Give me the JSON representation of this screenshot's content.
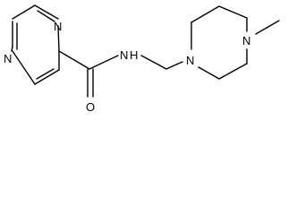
{
  "molecule": {
    "atoms": {
      "pyrazine_n1": "N",
      "pyrazine_n4": "N",
      "amide_n": "N",
      "amide_h": "H",
      "amide_o": "O",
      "piperazine_n1": "N",
      "piperazine_n4": "N"
    }
  },
  "colors": {
    "bond": "#000000",
    "text": "#000000",
    "background": "#ffffff"
  }
}
